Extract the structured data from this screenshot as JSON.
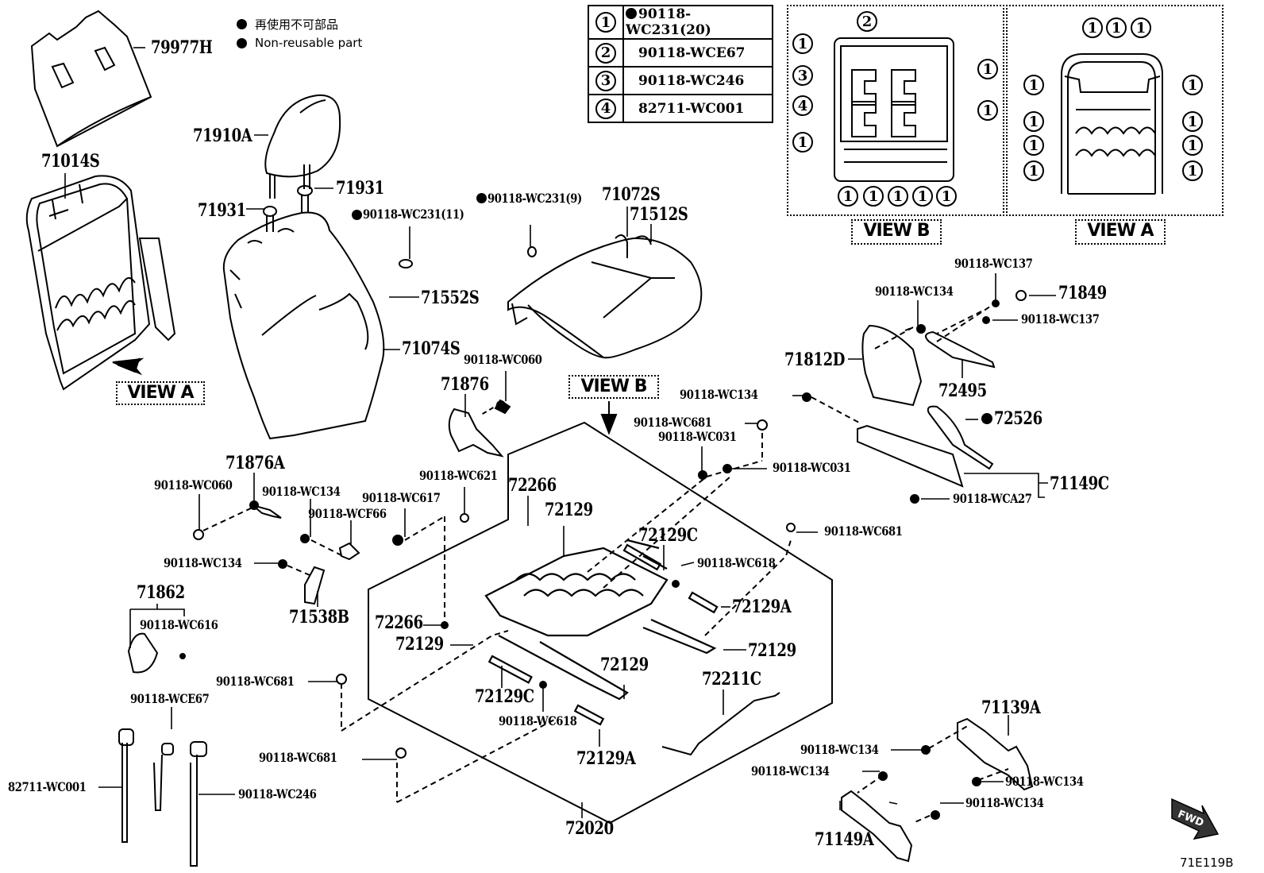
{
  "diagram": {
    "title_code": "71E119B",
    "fwd_label": "FWD",
    "legend": [
      {
        "icon": "filled-circle-icon",
        "text": "再使用不可部品"
      },
      {
        "icon": "filled-circle-icon",
        "text": "Non-reusable part"
      }
    ],
    "key_table": [
      {
        "num": "1",
        "part": "90118-WC231(20)",
        "non_reusable": true
      },
      {
        "num": "2",
        "part": "90118-WCE67",
        "non_reusable": false
      },
      {
        "num": "3",
        "part": "90118-WC246",
        "non_reusable": false
      },
      {
        "num": "4",
        "part": "82711-WC001",
        "non_reusable": false
      }
    ],
    "views": {
      "view_b": "VIEW B",
      "view_a": "VIEW A"
    },
    "labels": {
      "p79977H": "79977H",
      "p71014S": "71014S",
      "p71910A": "71910A",
      "p71931_a": "71931",
      "p71931_b": "71931",
      "p90118WC231_11": "90118-WC231(11)",
      "p90118WC231_9": "90118-WC231(9)",
      "p71072S": "71072S",
      "p71512S": "71512S",
      "p71552S": "71552S",
      "p71074S": "71074S",
      "p90118WC060_a": "90118-WC060",
      "p71876": "71876",
      "view_b_tag": "VIEW B",
      "view_a_tag": "VIEW A",
      "p90118WC137_a": "90118-WC137",
      "p90118WC137_b": "90118-WC137",
      "p71849": "71849",
      "p90118WC134_top": "90118-WC134",
      "p71812D": "71812D",
      "p72495": "72495",
      "p90118WC134_mid": "90118-WC134",
      "p72526": "72526",
      "p90118WC681_a": "90118-WC681",
      "p90118WC031_a": "90118-WC031",
      "p90118WC031_b": "90118-WC031",
      "p71149C": "71149C",
      "p90118WCA27": "90118-WCA27",
      "p71876A": "71876A",
      "p90118WC060_b": "90118-WC060",
      "p90118WC134_c": "90118-WC134",
      "p90118WCF66": "90118-WCF66",
      "p90118WC617": "90118-WC617",
      "p90118WC621": "90118-WC621",
      "p72266_a": "72266",
      "p72129_a": "72129",
      "p72129C_a": "72129C",
      "p90118WC681_b": "90118-WC681",
      "p90118WC618_a": "90118-WC618",
      "p90118WC134_d": "90118-WC134",
      "p71538B": "71538B",
      "p71862": "71862",
      "p90118WC616": "90118-WC616",
      "p72129A_a": "72129A",
      "p72266_b": "72266",
      "p72129_b": "72129",
      "p72129_c": "72129",
      "p72129_d": "72129",
      "p90118WC681_c": "90118-WC681",
      "p72129C_b": "72129C",
      "p72211C": "72211C",
      "p90118WC618_b": "90118-WC618",
      "p90118WCE67": "90118-WCE67",
      "p72129A_b": "72129A",
      "p90118WC681_d": "90118-WC681",
      "p82711WC001": "82711-WC001",
      "p90118WC246": "90118-WC246",
      "p72020": "72020",
      "p71139A": "71139A",
      "p90118WC134_e": "90118-WC134",
      "p90118WC134_f": "90118-WC134",
      "p90118WC134_g": "90118-WC134",
      "p90118WC134_h": "90118-WC134",
      "p71149A": "71149A"
    },
    "callout_numbers": {
      "one": "1",
      "two": "2",
      "three": "3",
      "four": "4"
    }
  }
}
